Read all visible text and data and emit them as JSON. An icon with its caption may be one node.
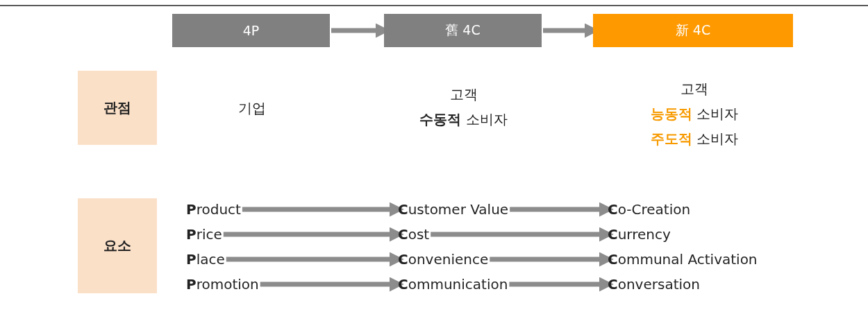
{
  "diagram": {
    "nodes": [
      {
        "text": [
          "4P"
        ]
      },
      {
        "text": [
          "舊 4C"
        ]
      },
      {
        "text": [
          "新 4C"
        ]
      },
      {
        "text": [
          "관점"
        ]
      },
      {
        "text": [
          "기업"
        ]
      },
      {
        "text": [
          "고객",
          "**수동적** 소비자"
        ]
      },
      {
        "text": [
          "고객",
          "**능동적** 소비자",
          "**주도적** 소비자"
        ]
      },
      {
        "text": [
          "요소"
        ]
      },
      {
        "text": [
          "**P**roduct"
        ]
      },
      {
        "text": [
          "**C**ustomer Value"
        ]
      },
      {
        "text": [
          "**C**o-Creation"
        ]
      },
      {
        "text": [
          "**P**rice"
        ]
      },
      {
        "text": [
          "**C**ost"
        ]
      },
      {
        "text": [
          "**C**urrency"
        ]
      },
      {
        "text": [
          "**P**lace"
        ]
      },
      {
        "text": [
          "**C**onvenience"
        ]
      },
      {
        "text": [
          "**C**ommunal Activation"
        ]
      },
      {
        "text": [
          "**P**romotion"
        ]
      },
      {
        "text": [
          "**C**ommunication"
        ]
      },
      {
        "text": [
          "**C**onversation"
        ]
      }
    ],
    "edges": [
      {
        "from": 0,
        "to": 1,
        "arrow": "to"
      },
      {
        "from": 1,
        "to": 2,
        "arrow": "to"
      },
      {
        "from": 8,
        "to": 9,
        "arrow": "to"
      },
      {
        "from": 9,
        "to": 10,
        "arrow": "to"
      },
      {
        "from": 11,
        "to": 12,
        "arrow": "to"
      },
      {
        "from": 12,
        "to": 13,
        "arrow": "to"
      },
      {
        "from": 14,
        "to": 15,
        "arrow": "to"
      },
      {
        "from": 15,
        "to": 16,
        "arrow": "to"
      },
      {
        "from": 17,
        "to": 18,
        "arrow": "to"
      },
      {
        "from": 18,
        "to": 19,
        "arrow": "to"
      }
    ]
  }
}
